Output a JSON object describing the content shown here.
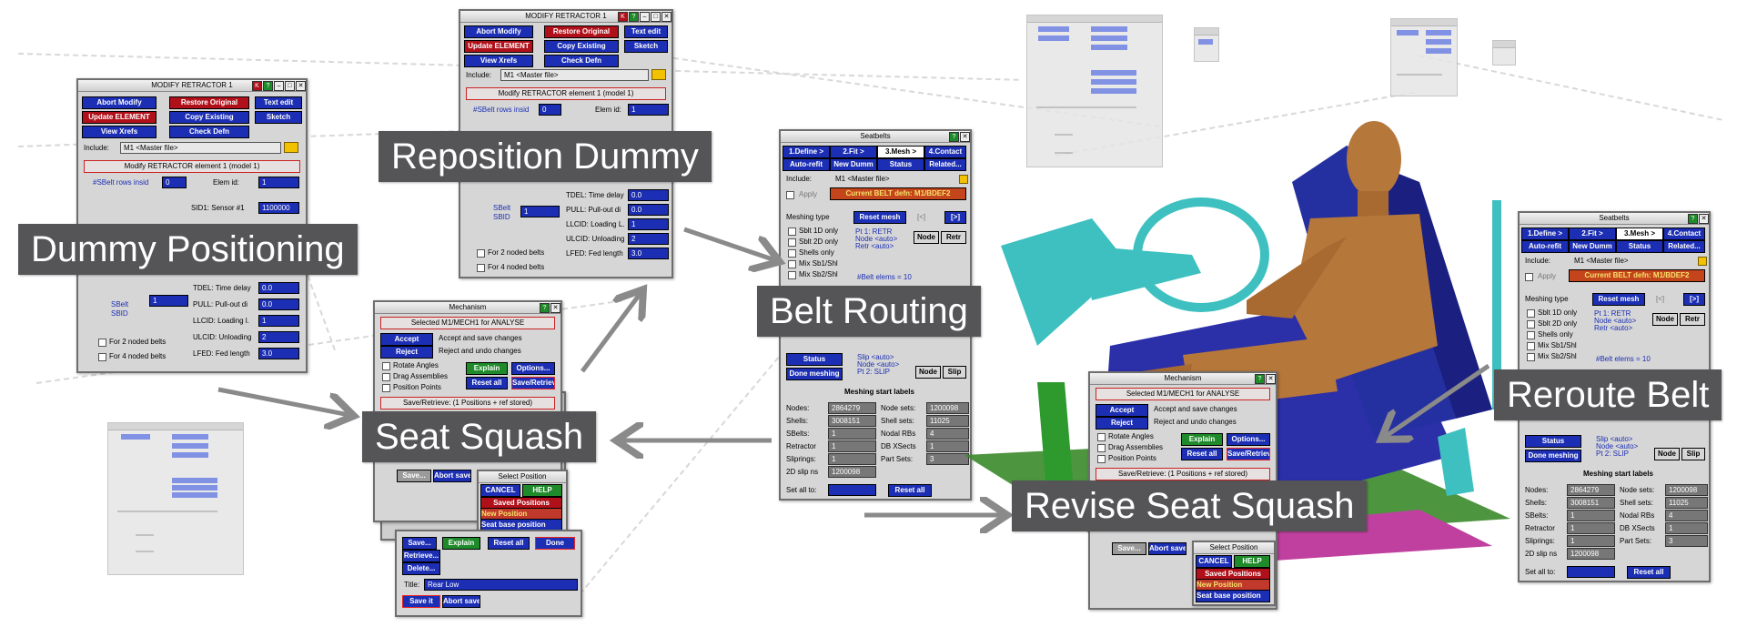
{
  "captions": {
    "dummy_positioning": "Dummy Positioning",
    "reposition_dummy": "Reposition Dummy",
    "belt_routing": "Belt Routing",
    "seat_squash": "Seat Squash",
    "revise_seat_squash": "Revise Seat Squash",
    "reroute_belt": "Reroute Belt"
  },
  "retractor_window": {
    "title": "MODIFY RETRACTOR 1",
    "title_buttons": [
      "K",
      "?"
    ],
    "abort_modify": "Abort Modify",
    "restore_original": "Restore Original",
    "text_edit": "Text edit",
    "update_element": "Update ELEMENT",
    "copy_existing": "Copy Existing",
    "sketch": "Sketch",
    "view_xrefs": "View Xrefs",
    "check_defn": "Check Defn",
    "include_label": "Include:",
    "include_value": "M1 <Master file>",
    "section_header": "Modify RETRACTOR element 1 (model 1)",
    "section_header_short": "Modify RETRACTOR element 1 (model 1)",
    "sbelt_rows_label": "#SBelt rows insid",
    "sbelt_rows_value": "0",
    "elem_id_label": "Elem id:",
    "elem_id_value": "1",
    "sid1_label": "SID1: Sensor #1",
    "sid1_value": "1100000",
    "tdel_label": "TDEL: Time delay",
    "tdel_value": "0.0",
    "pull_label": "PULL: Pull-out di",
    "pull_value": "0.0",
    "llcid_label": "LLCID: Loading l.",
    "llcid_value": "1",
    "ulcid_label": "ULCID: Unloading",
    "ulcid_value": "2",
    "lfed_label": "LFED: Fed length",
    "lfed_value": "3.0",
    "sbelt_label": "SBelt",
    "sbid_label": "SBID",
    "sbid_value": "1",
    "two_noded": "For 2 noded belts",
    "four_noded": "For 4 noded belts"
  },
  "retractor_window_2": {
    "llcid_label": "LLCID: Loading L.",
    "elem_id_label": "Elem id:"
  },
  "seatbelts_window": {
    "title": "Seatbelts",
    "tabs": [
      "1.Define >",
      "2.Fit >",
      "3.Mesh >",
      "4.Contact"
    ],
    "row2": [
      "Auto-refit",
      "New Dumm",
      "Status",
      "Related..."
    ],
    "include_label": "Include:",
    "include_value": "M1 <Master file>",
    "apply": "Apply",
    "current_belt": "Current BELT defn: M1/BDEF2",
    "meshing_type_label": "Meshing type",
    "reset_mesh": "Reset mesh",
    "nav_prev": "[<]",
    "nav_next": "[>]",
    "options": [
      "Sblt 1D only",
      "Sblt 2D only",
      "Shells only",
      "Mix Sb1/Shl",
      "Mix Sb2/Shl"
    ],
    "pt_info": [
      "Pt 1: RETR",
      "Node <auto>",
      "Retr <auto>"
    ],
    "node_btn": "Node",
    "retr_btn": "Retr",
    "belt_elems": "#Belt elems = 10",
    "status": "Status",
    "done_meshing": "Done meshing",
    "slip_info": [
      "Slip <auto>",
      "Node <auto>",
      "Pt 2: SLIP"
    ],
    "slip_btn": "Slip",
    "start_labels_title": "Meshing start labels",
    "stats_left": [
      {
        "label": "Nodes:",
        "value": "2864279"
      },
      {
        "label": "Shells:",
        "value": "3008151"
      },
      {
        "label": "SBelts:",
        "value": "1"
      },
      {
        "label": "Retractor",
        "value": "1"
      },
      {
        "label": "Sliprings:",
        "value": "1"
      },
      {
        "label": "2D slip ns",
        "value": "1200098"
      }
    ],
    "stats_right": [
      {
        "label": "Node sets:",
        "value": "1200098"
      },
      {
        "label": "Shell sets:",
        "value": "11025"
      },
      {
        "label": "Nodal RBs",
        "value": "4"
      },
      {
        "label": "DB XSects",
        "value": "1"
      },
      {
        "label": "Part Sets:",
        "value": "3"
      }
    ],
    "set_all_label": "Set all to:",
    "reset_all": "Reset all"
  },
  "mechanism_window": {
    "title": "Mechanism",
    "title_button": "?",
    "selected": "Selected M1/MECH1 for ANALYSE",
    "accept": "Accept",
    "accept_desc": "Accept and save changes",
    "reject": "Reject",
    "reject_desc": "Reject and undo changes",
    "rotate_angles": "Rotate Angles",
    "drag_assemblies": "Drag Assemblies",
    "position_points": "Position Points",
    "explain": "Explain",
    "options": "Options...",
    "reset_all": "Reset all",
    "save_retrieve": "Save/Retrieve",
    "save_retrieve_hdr": "Save/Retrieve: (1 Positions + ref stored)",
    "save": "Save...",
    "abort_save": "Abort save",
    "select_position": "Select Position",
    "cancel": "CANCEL",
    "help": "HELP",
    "saved_positions": "Saved Positions",
    "new_position": "New Position",
    "seat_base_position": "Seat base position",
    "retrieve": "Retrieve...",
    "delete": "Delete...",
    "done": "Done",
    "title_label": "Title:",
    "title_value": "Rear Low",
    "save_it": "Save it"
  },
  "colors": {
    "panel_blue": "#1c2fb4",
    "panel_red": "#b0101a",
    "panel_green": "#1e8a2a",
    "caption_bg": "#555557",
    "arrow": "#8a8a8a",
    "dummy": "#b5773a",
    "seat": "#2b2fa8",
    "steering": "#3ec0c0"
  },
  "icons": [
    "folder-icon",
    "target-icon",
    "close-icon",
    "minimize-icon",
    "maximize-icon",
    "arrow-icon",
    "crash-dummy-icon"
  ]
}
